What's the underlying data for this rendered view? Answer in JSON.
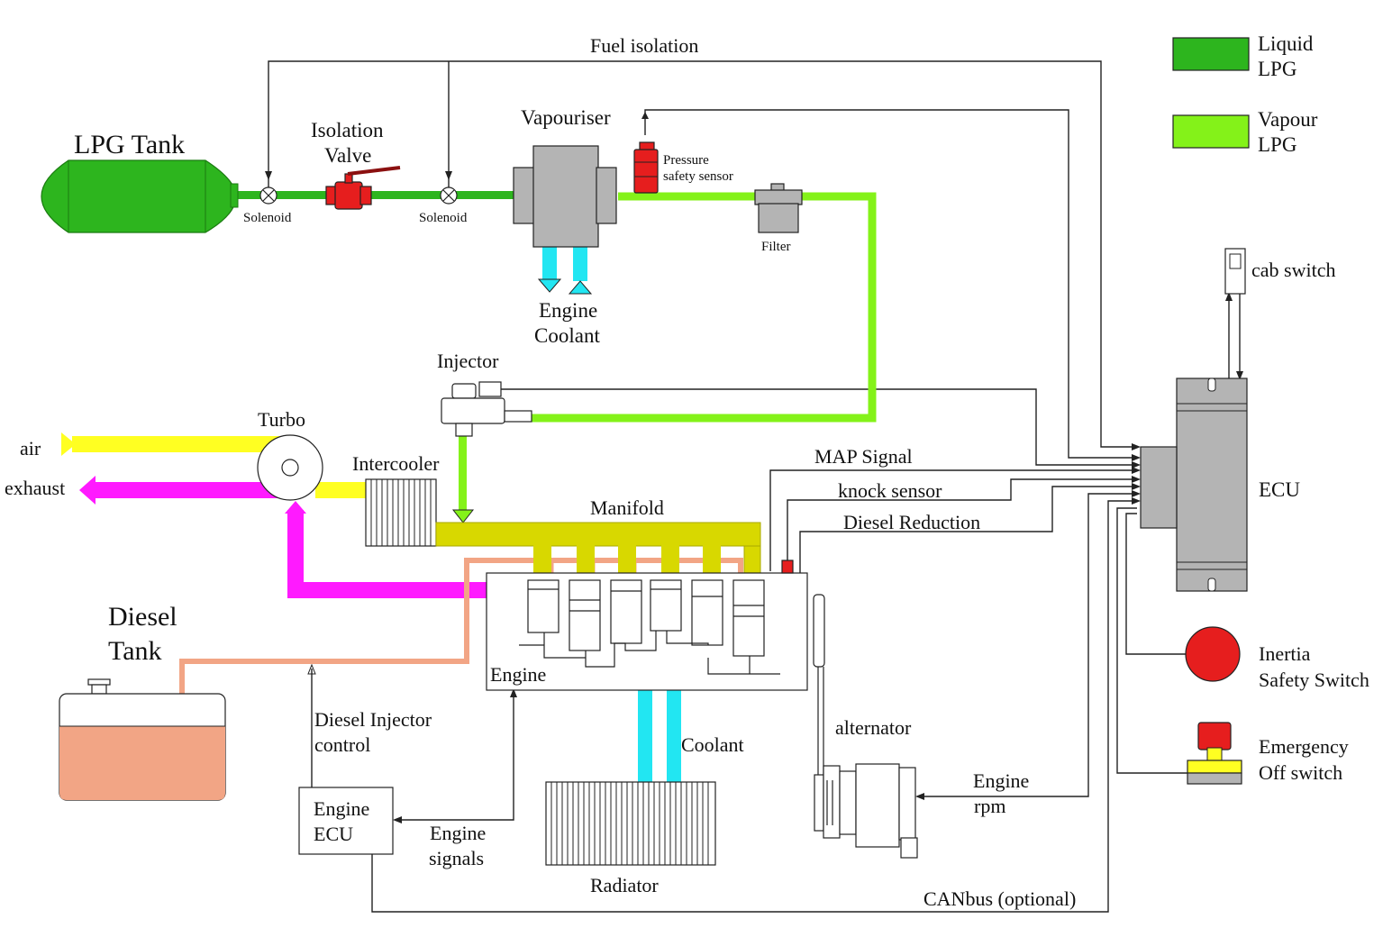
{
  "labels": {
    "fuel_isolation": "Fuel isolation",
    "lpg_tank": "LPG Tank",
    "isolation_valve_1": "Isolation",
    "isolation_valve_2": "Valve",
    "solenoid_1": "Solenoid",
    "solenoid_2": "Solenoid",
    "vapouriser": "Vapouriser",
    "pressure_sensor_1": "Pressure",
    "pressure_sensor_2": "safety sensor",
    "filter": "Filter",
    "engine_coolant_1": "Engine",
    "engine_coolant_2": "Coolant",
    "injector": "Injector",
    "turbo": "Turbo",
    "air": "air",
    "exhaust": "exhaust",
    "intercooler": "Intercooler",
    "manifold": "Manifold",
    "map_signal": "MAP Signal",
    "knock_sensor": "knock sensor",
    "diesel_reduction": "Diesel Reduction",
    "diesel_tank_1": "Diesel",
    "diesel_tank_2": "Tank",
    "engine": "Engine",
    "diesel_injector_control_1": "Diesel Injector",
    "diesel_injector_control_2": "control",
    "engine_ecu_1": "Engine",
    "engine_ecu_2": "ECU",
    "engine_signals_1": "Engine",
    "engine_signals_2": "signals",
    "coolant": "Coolant",
    "radiator": "Radiator",
    "alternator": "alternator",
    "engine_rpm_1": "Engine",
    "engine_rpm_2": "rpm",
    "canbus": "CANbus (optional)",
    "ecu": "ECU",
    "cab_switch": "cab switch",
    "inertia_1": "Inertia",
    "inertia_2": "Safety Switch",
    "emergency_1": "Emergency",
    "emergency_2": "Off switch"
  },
  "legend": {
    "liquid_1": "Liquid",
    "liquid_2": "LPG",
    "vapour_1": "Vapour",
    "vapour_2": "LPG"
  },
  "colors": {
    "liquid_lpg": "#2db51e",
    "vapour_lpg": "#84f219",
    "air": "#ffff22",
    "exhaust": "#ff1aff",
    "manifold": "#d8d800",
    "coolant": "#22e6f2",
    "diesel": "#f2a585",
    "valve_red": "#e61e1e",
    "component_gray": "#b4b4b4"
  }
}
